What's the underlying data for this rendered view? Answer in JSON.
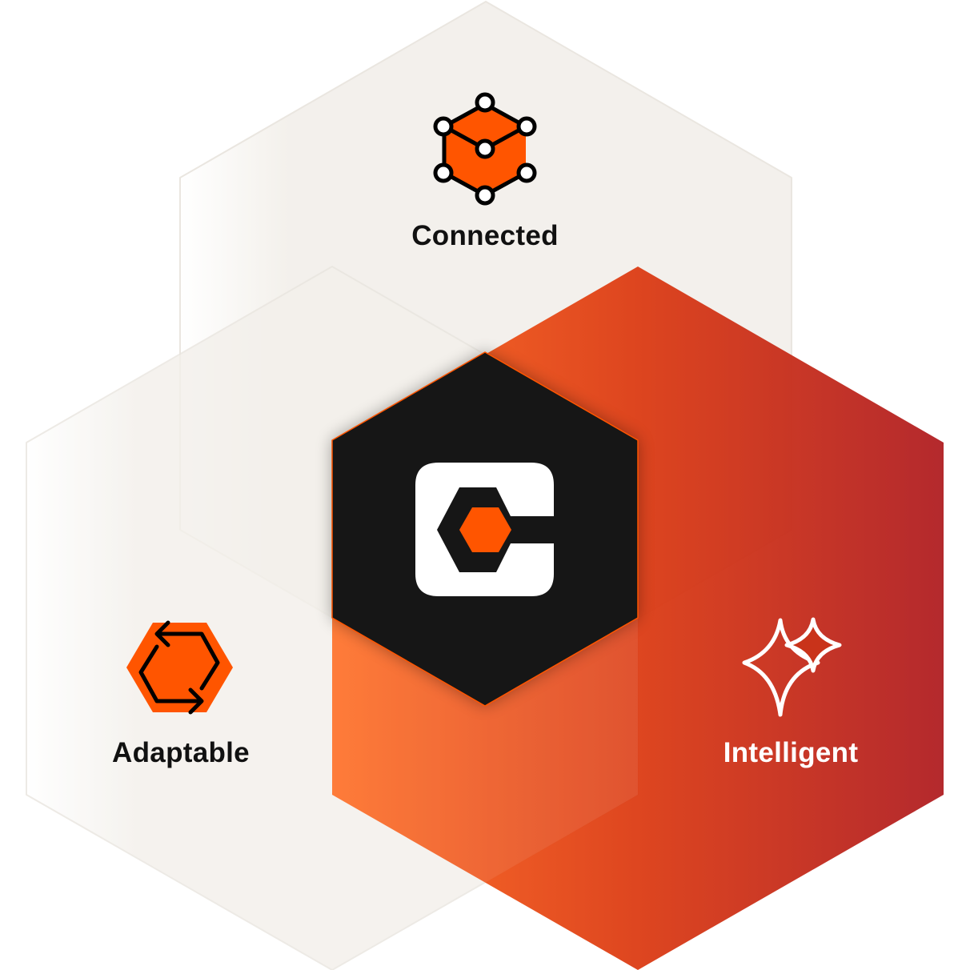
{
  "labels": {
    "connected": "Connected",
    "adaptable": "Adaptable",
    "intelligent": "Intelligent"
  },
  "icons": {
    "connected": "network-cube-icon",
    "adaptable": "refresh-hexagon-icon",
    "intelligent": "sparkle-icon",
    "center": "c-logo-icon"
  },
  "colors": {
    "accent": "#ff5500",
    "hex_light": "#f3f0eb",
    "intelligent_start": "#ff6a1f",
    "intelligent_end": "#b01e22",
    "center_hex": "#161616",
    "label_dark": "#111111",
    "label_light": "#ffffff"
  }
}
